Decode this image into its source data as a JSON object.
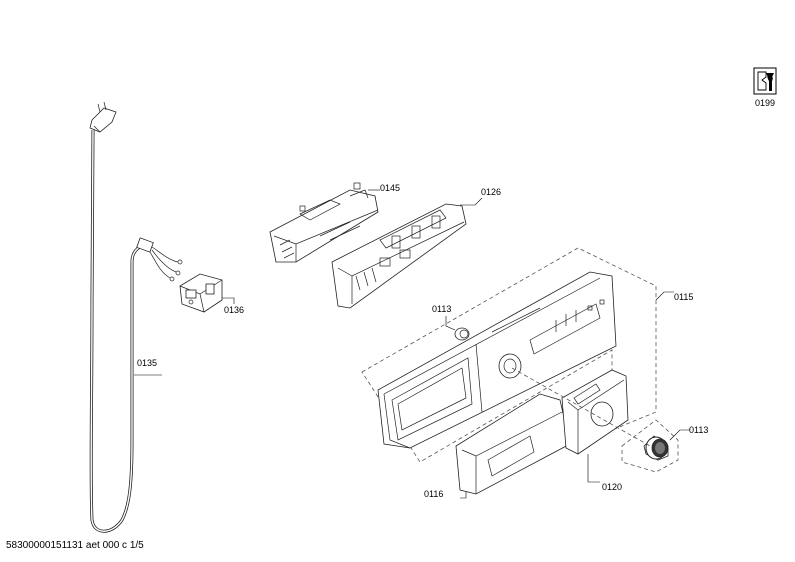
{
  "parts": {
    "p0199": "0199",
    "p0145": "0145",
    "p0126": "0126",
    "p0136": "0136",
    "p0135": "0135",
    "p0113a": "0113",
    "p0115": "0115",
    "p0113b": "0113",
    "p0116": "0116",
    "p0120": "0120"
  },
  "footer": "58300000151131 aet 000 c 1/5",
  "icons": {
    "service": "wrench-manual-icon"
  }
}
